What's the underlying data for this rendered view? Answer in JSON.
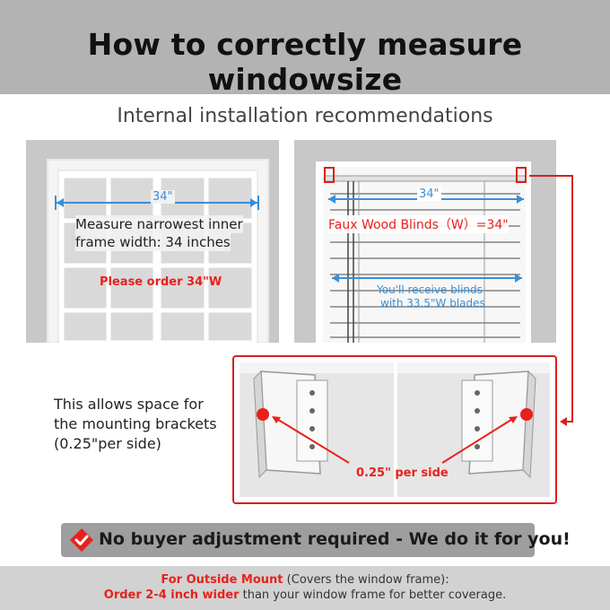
{
  "header": {
    "title": "How to correctly measure windowsize"
  },
  "subtitle": "Internal installation recommendations",
  "left_panel": {
    "dimension": "34\"",
    "measure_line1": "Measure narrowest inner",
    "measure_line2": "frame width: 34 inches",
    "order_note": "Please order 34\"W"
  },
  "right_panel": {
    "dimension": "34\"",
    "blinds_label": "Faux Wood Blinds（W）=34\"",
    "receive_line1": "You'll receive blinds",
    "receive_line2": "with 33.5\"W blades"
  },
  "bracket_note": {
    "line1": "This allows space for",
    "line2": "the mounting brackets",
    "line3": "(0.25\"per side)",
    "per_side": "0.25\" per side"
  },
  "banner": {
    "text": "No buyer adjustment required - We do it for you!",
    "icon": "check-diamond-icon"
  },
  "footer": {
    "line1_red": "For Outside Mount",
    "line1_rest": " (Covers the window frame):",
    "line2_red": "Order 2-4 inch wider",
    "line2_rest": " than your window frame for better coverage."
  },
  "colors": {
    "accent_red": "#e8211c",
    "measure_blue": "#3a8fd6",
    "header_gray": "#b3b3b3",
    "banner_gray": "#9e9e9e"
  }
}
